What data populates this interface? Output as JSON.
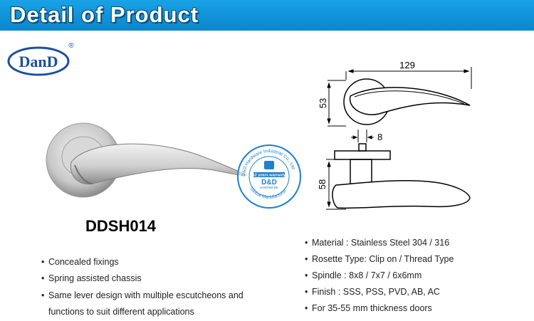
{
  "banner": {
    "title": "Detail of Product"
  },
  "logo": {
    "text": "DanD",
    "mark": "®"
  },
  "seal": {
    "top_text": "D&D Hardware Industrial Co., Ltd",
    "bottom_text": "Global Manufacturer",
    "warranty": "12 years warranty",
    "brand": "D&D",
    "sub": "HARDWARE"
  },
  "drawing": {
    "length": "129",
    "rosette": "53",
    "spindle": "8",
    "height": "58"
  },
  "product": {
    "model": "DDSH014"
  },
  "features": {
    "left": [
      "Concealed fixings",
      "Spring assisted chassis",
      "Same lever design with multiple escutcheons and functions to suit different applications"
    ],
    "right": [
      "Material : Stainless Steel 304 / 316",
      "Rosette Type: Clip on / Thread Type",
      "Spindle : 8x8 / 7x7 / 6x6mm",
      "Finish : SSS, PSS, PVD, AB, AC",
      "For 35-55 mm thickness doors"
    ]
  },
  "colors": {
    "banner": "#0a86cc",
    "logo_blue": "#1d4f9c",
    "seal_blue": "#1d7fd0"
  }
}
